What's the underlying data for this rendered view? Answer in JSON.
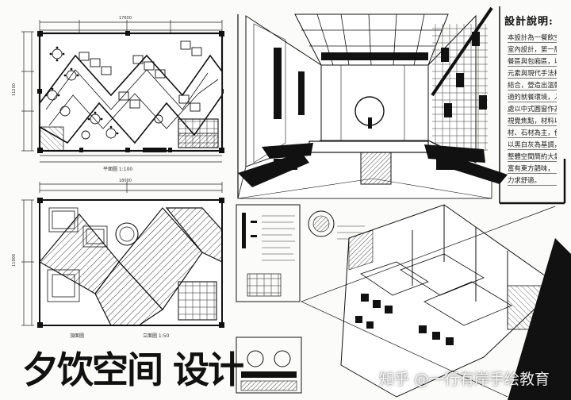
{
  "design_notes": {
    "title": "設計說明:",
    "lines": [
      "本設計為一餐飲空間",
      "室內設計，第一層為就",
      "餐區與包廂區，以傳統",
      "元素與現代手法相",
      "結合，營造出溫馨舒",
      "適的就餐環境，入口",
      "處以中式圓窗作為",
      "視覺焦點，材料以木",
      "材、石材為主，色彩",
      "以黑白灰為基調，",
      "整體空間簡約大氣，",
      "富有東方韻味，",
      "力求舒適。"
    ]
  },
  "plans": {
    "upper_caption": "平面圖 1:100",
    "lower_caption_left": "頂面圖",
    "lower_caption_right": "立面圖 1:50",
    "dims_top": [
      "17600",
      "18000"
    ],
    "dims_side": [
      "11200",
      "11900"
    ]
  },
  "title_art": {
    "text": "夕饮空间 设计"
  },
  "watermark": {
    "text": "知乎 @一行有岸手绘教育"
  }
}
